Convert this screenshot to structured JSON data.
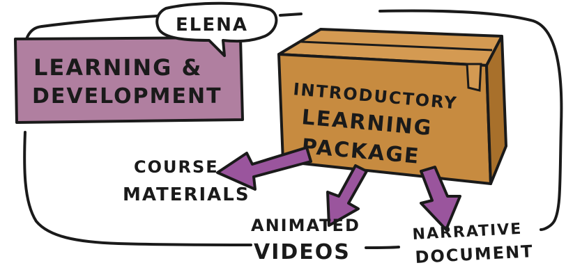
{
  "speech_bubble": {
    "name": "ELENA"
  },
  "department_box": {
    "line1": "LEARNING &",
    "line2": "DEVELOPMENT"
  },
  "package_box": {
    "line1": "INTRODUCTORY",
    "line2": "LEARNING",
    "line3": "PACKAGE"
  },
  "outputs": {
    "course_materials": {
      "line1": "COURSE",
      "line2": "MATERIALS"
    },
    "animated_videos": {
      "line1": "ANIMATED",
      "line2": "VIDEOS"
    },
    "narrative_document": {
      "line1": "NARRATIVE",
      "line2": "DOCUMENT"
    }
  },
  "colors": {
    "department_fill": "#b07fa0",
    "box_fill": "#c78b40",
    "box_side": "#a8702b",
    "arrow_fill": "#9a559d",
    "ink": "#1a1a1a"
  }
}
